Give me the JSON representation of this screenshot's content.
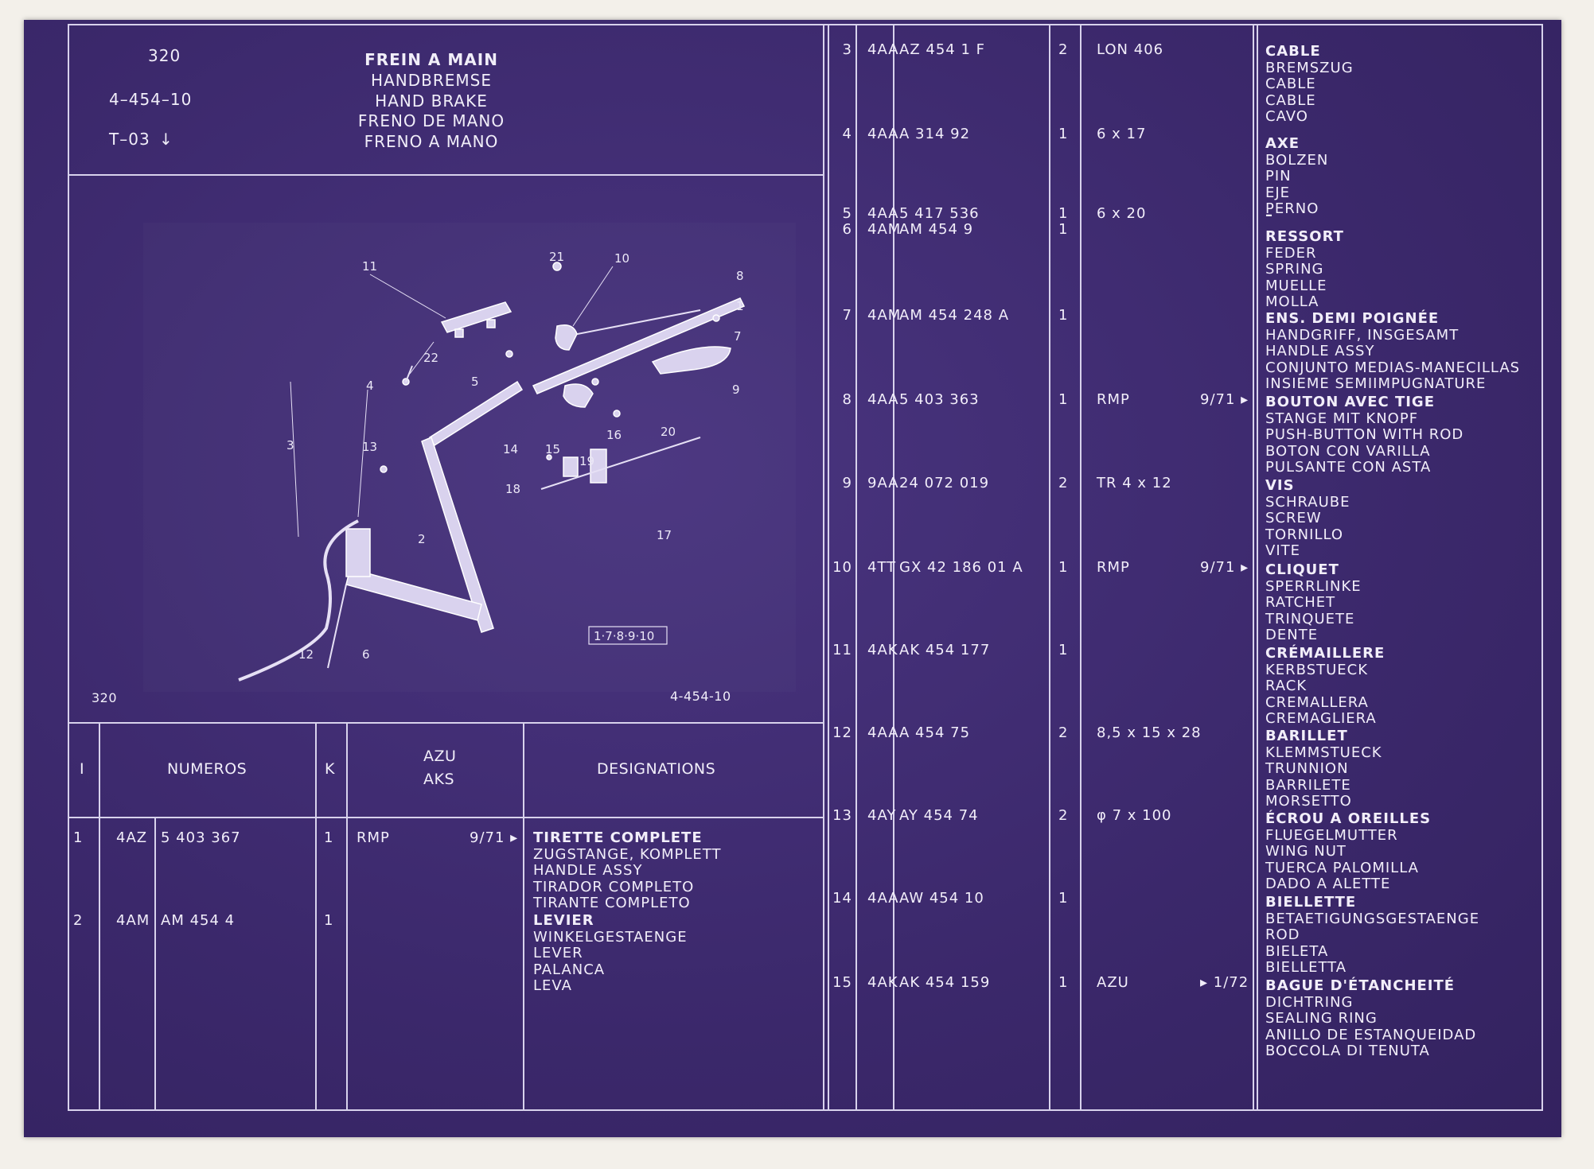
{
  "header": {
    "section_code": "320",
    "plate_number": "4–454–10",
    "type_ref": "T–03",
    "type_ref_arrow": "↓",
    "titles": [
      "FREIN A MAIN",
      "HANDBREMSE",
      "HAND BRAKE",
      "FRENO DE MANO",
      "FRENO A MANO"
    ]
  },
  "drawing": {
    "corner_left": "320",
    "corner_right": "4-454-10",
    "note_box": "1·7·8·9·10",
    "callouts": [
      "1",
      "2",
      "3",
      "4",
      "5",
      "6",
      "7",
      "8",
      "9",
      "10",
      "11",
      "12",
      "13",
      "14",
      "15",
      "16",
      "17",
      "18",
      "19",
      "20",
      "21",
      "22"
    ]
  },
  "table_header": {
    "col_index": "I",
    "col_numbers": "NUMEROS",
    "col_k": "K",
    "col_azu_line1": "AZU",
    "col_azu_line2": "AKS",
    "col_designations": "DESIGNATIONS"
  },
  "left_rows": [
    {
      "idx": "1",
      "prefix": "4AZ",
      "number": "5  403  367",
      "k": "1",
      "azu": "RMP",
      "date": "9/71 ▸",
      "desc": [
        "TIRETTE COMPLETE",
        "ZUGSTANGE, KOMPLETT",
        "HANDLE ASSY",
        "TIRADOR COMPLETO",
        "TIRANTE COMPLETO"
      ]
    },
    {
      "idx": "2",
      "prefix": "4AM",
      "number": "AM  454     4",
      "k": "1",
      "azu": "",
      "date": "",
      "desc": [
        "LEVIER",
        "WINKELGESTAENGE",
        "LEVER",
        "PALANCA",
        "LEVA"
      ]
    }
  ],
  "right_rows": [
    {
      "idx": "3",
      "prefix": "4AA",
      "number": "AZ  454     1  F",
      "k": "2",
      "azu": "LON 406",
      "date": "",
      "desc": [
        "CABLE",
        "BREMSZUG",
        "CABLE",
        "CABLE",
        "CAVO"
      ]
    },
    {
      "idx": "4",
      "prefix": "4AA",
      "number": "A  314    92",
      "k": "1",
      "azu": "6 x 17",
      "date": "",
      "desc": [
        "AXE",
        "BOLZEN",
        "PIN",
        "EJE",
        "PERNO"
      ]
    },
    {
      "idx": "5",
      "prefix": "4AA",
      "number": "5  417  536",
      "k": "1",
      "azu": "6 x 20",
      "date": "",
      "desc": [
        "–"
      ]
    },
    {
      "idx": "6",
      "prefix": "4AM",
      "number": "AM  454     9",
      "k": "1",
      "azu": "",
      "date": "",
      "desc": [
        "RESSORT",
        "FEDER",
        "SPRING",
        "MUELLE",
        "MOLLA"
      ]
    },
    {
      "idx": "7",
      "prefix": "4AM",
      "number": "AM  454  248  A",
      "k": "1",
      "azu": "",
      "date": "",
      "desc": [
        "ENS. DEMI POIGNÉE",
        "HANDGRIFF, INSGESAMT",
        "HANDLE ASSY",
        "CONJUNTO MEDIAS-MANECILLAS",
        "INSIEME SEMIIMPUGNATURE"
      ]
    },
    {
      "idx": "8",
      "prefix": "4AA",
      "number": "5  403  363",
      "k": "1",
      "azu": "RMP",
      "date": "9/71 ▸",
      "desc": [
        "BOUTON AVEC TIGE",
        "STANGE MIT KNOPF",
        "PUSH-BUTTON WITH ROD",
        "BOTON CON VARILLA",
        "PULSANTE CON ASTA"
      ]
    },
    {
      "idx": "9",
      "prefix": "9AA",
      "number": "24  072  019",
      "k": "2",
      "azu": "TR 4 x 12",
      "date": "",
      "desc": [
        "VIS",
        "SCHRAUBE",
        "SCREW",
        "TORNILLO",
        "VITE"
      ]
    },
    {
      "idx": "10",
      "prefix": "4TT",
      "number": "GX  42  186  01  A",
      "k": "1",
      "azu": "RMP",
      "date": "9/71 ▸",
      "desc": [
        "CLIQUET",
        "SPERRLINKE",
        "RATCHET",
        "TRINQUETE",
        "DENTE"
      ]
    },
    {
      "idx": "11",
      "prefix": "4AK",
      "number": "AK  454  177",
      "k": "1",
      "azu": "",
      "date": "",
      "desc": [
        "CRÉMAILLERE",
        "KERBSTUECK",
        "RACK",
        "CREMALLERA",
        "CREMAGLIERA"
      ]
    },
    {
      "idx": "12",
      "prefix": "4AA",
      "number": "A  454    75",
      "k": "2",
      "azu": "8,5 x 15 x 28",
      "date": "",
      "desc": [
        "BARILLET",
        "KLEMMSTUECK",
        "TRUNNION",
        "BARRILETE",
        "MORSETTO"
      ]
    },
    {
      "idx": "13",
      "prefix": "4AY",
      "number": "AY  454    74",
      "k": "2",
      "azu": "φ  7 x 100",
      "date": "",
      "desc": [
        "ÉCROU A OREILLES",
        "FLUEGELMUTTER",
        "WING NUT",
        "TUERCA PALOMILLA",
        "DADO A ALETTE"
      ]
    },
    {
      "idx": "14",
      "prefix": "4AA",
      "number": "AW  454    10",
      "k": "1",
      "azu": "",
      "date": "",
      "desc": [
        "BIELLETTE",
        "BETAETIGUNGSGESTAENGE",
        "ROD",
        "BIELETA",
        "BIELLETTA"
      ]
    },
    {
      "idx": "15",
      "prefix": "4AK",
      "number": "AK  454  159",
      "k": "1",
      "azu": "AZU",
      "date": "▸  1/72",
      "desc": [
        "BAGUE D'ÉTANCHEITÉ",
        "DICHTRING",
        "SEALING RING",
        "ANILLO DE ESTANQUEIDAD",
        "BOCCOLA DI TENUTA"
      ]
    }
  ],
  "colors": {
    "sheet": "#3d2a6e",
    "ink": "#f1eef9",
    "lines": "#d8d2ec",
    "paper": "#f3f0ea"
  }
}
